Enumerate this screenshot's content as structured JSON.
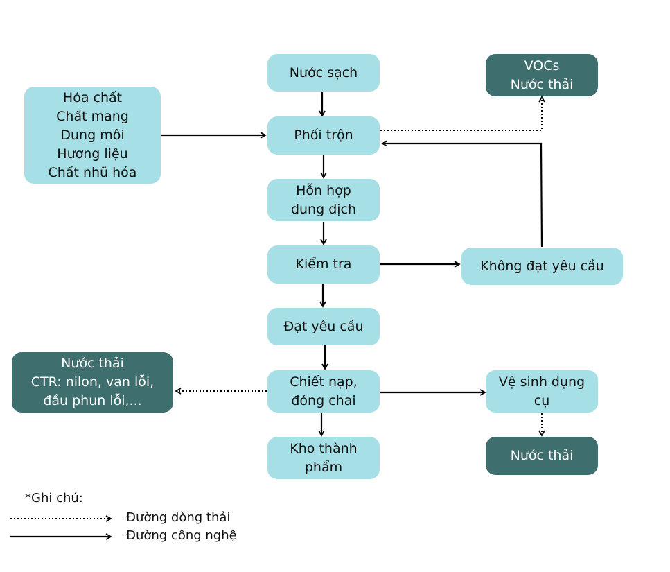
{
  "colors": {
    "process": "#a6dfe5",
    "waste": "#3f6e6e",
    "line": "#000000"
  },
  "nodes": {
    "nuoc_sach": [
      "Nước sạch"
    ],
    "hoa_chat": [
      "Hóa chất",
      "Chất mang",
      "Dung môi",
      "Hương liệu",
      "Chất nhũ hóa"
    ],
    "phoi_tron": [
      "Phối trộn"
    ],
    "vocs": [
      "VOCs",
      "Nước thải"
    ],
    "hon_hop": [
      "Hỗn hợp",
      "dung dịch"
    ],
    "kiem_tra": [
      "Kiểm tra"
    ],
    "khong_dat": [
      "Không đạt yêu cầu"
    ],
    "dat_yeu_cau": [
      "Đạt yêu cầu"
    ],
    "chiet_nap": [
      "Chiết nạp,",
      "đóng chai"
    ],
    "nuoc_thai_ctr": [
      "Nước thải",
      "CTR: nilon, van lỗi,",
      "đầu phun lỗi,..."
    ],
    "ve_sinh": [
      "Vệ sinh dụng",
      "cụ"
    ],
    "kho": [
      "Kho thành",
      "phẩm"
    ],
    "nuoc_thai": [
      "Nước thải"
    ]
  },
  "legend": {
    "title": "*Ghi chú:",
    "waste_line": "Đường dòng thải",
    "process_line": "Đường công nghệ"
  }
}
